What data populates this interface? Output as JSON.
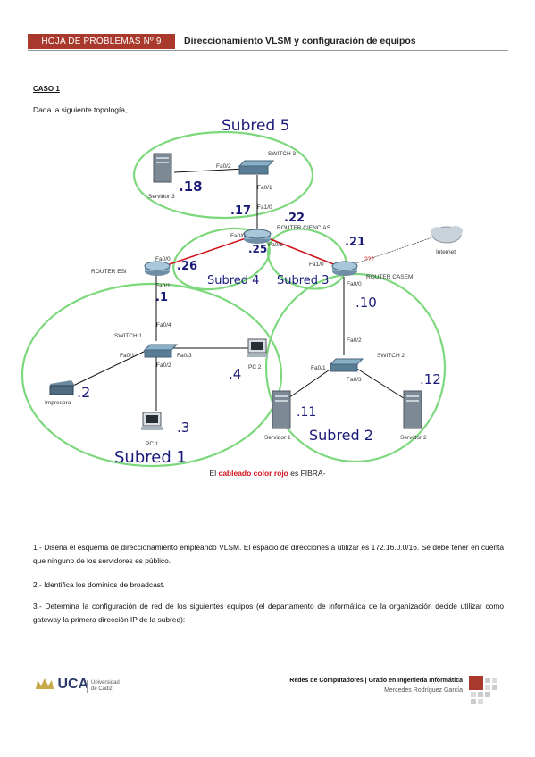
{
  "header": {
    "tag": "HOJA DE PROBLEMAS Nº 9",
    "title": "Direccionamiento VLSM y configuración de equipos"
  },
  "caso": "CASO 1",
  "intro": "Dada la siguiente topología,",
  "diagram": {
    "devices": {
      "servidor3": "Servidor 3",
      "switch3": "SWITCH 3",
      "router_ciencias": "ROUTER CIENCIAS",
      "router_esi": "ROUTER ESI",
      "router_casem": "ROUTER CASEM",
      "internet": "Internet",
      "switch1": "SWITCH 1",
      "impresora": "Impresora",
      "pc1": "PC 1",
      "pc2": "PC 2",
      "switch2": "SWITCH 2",
      "servidor1": "Servidor 1",
      "servidor2": "Servidor 2"
    },
    "ports": {
      "s3_fa02": "Fa0/2",
      "s3_fa01": "Fa0/1",
      "rc_fa10": "Fa1/0",
      "rc_fa00": "Fa0/0",
      "rc_fa01": "Fa0/1",
      "re_fa00": "Fa0/0",
      "re_fa01": "Fa0/1",
      "rca_fa00": "Fa0/0",
      "rca_fa10": "Fa1/0",
      "rca_q": "???",
      "s1_fa04": "Fa0/4",
      "s1_fa01": "Fa0/1",
      "s1_fa02": "Fa0/2",
      "s1_fa03": "Fa0/3",
      "s2_fa02": "Fa0/2",
      "s2_fa01": "Fa0/1",
      "s2_fa03": "Fa0/3"
    },
    "handwritten": {
      "subred5": "Subred 5",
      "subred4": "Subred 4",
      "subred3": "Subred 3",
      "subred2": "Subred 2",
      "subred1": "Subred 1",
      "h18": ".18",
      "h17": ".17",
      "h22": ".22",
      "h21": ".21",
      "h25": ".25",
      "h26": ".26",
      "h1": ".1",
      "h10": ".10",
      "h2": ".2",
      "h3": ".3",
      "h4": ".4",
      "h11": ".11",
      "h12": ".12"
    },
    "colors": {
      "circle": "#7dd87d",
      "fiber": "#d0141b",
      "ink": "#1a1a7a"
    }
  },
  "caption": {
    "pre": "El ",
    "red": "cableado color rojo",
    "post": " es FIBRA-"
  },
  "questions": {
    "q1": "1.- Diseña el esquema de direccionamiento empleando VLSM. El espacio de direcciones a utilizar es 172.16.0.0/16. Se debe tener en cuenta que ninguno de los servidores es público.",
    "q2": "2.- Identifica los dominios de broadcast.",
    "q3": "3.- Determina la configuración de red de los siguientes equipos (el departamento de informática de la organización decide utilizar como gateway la primera dirección IP de la subred):"
  },
  "footer": {
    "logo": "UCA",
    "logo_sub1": "Universidad",
    "logo_sub2": "de Cádiz",
    "course": "Redes de Computadores | Grado en Ingeniería Informática",
    "author": "Mercedes Rodríguez García"
  }
}
